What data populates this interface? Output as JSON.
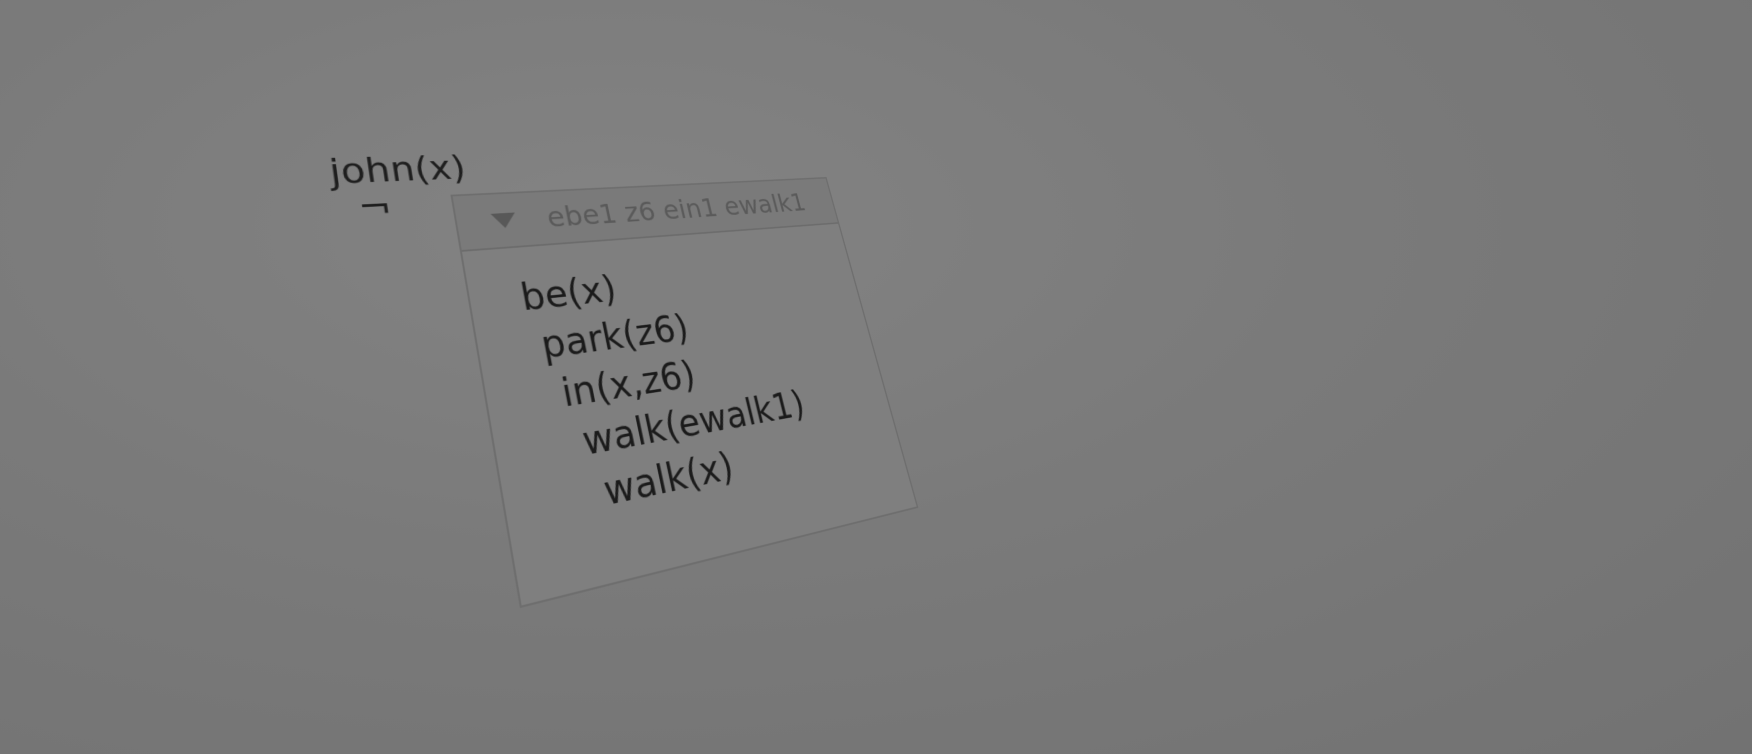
{
  "outer_condition": "john(x)",
  "negation_symbol": "¬",
  "drs": {
    "referents": "ebe1 z6 ein1 ewalk1",
    "toggle_icon": "triangle-down-icon",
    "conditions": [
      "be(x)",
      "park(z6)",
      "in(x,z6)",
      "walk(ewalk1)",
      "walk(x)"
    ]
  },
  "colors": {
    "background": "#7a7a7a",
    "text": "#1e1e1e",
    "header_text": "#5a5a5a"
  }
}
